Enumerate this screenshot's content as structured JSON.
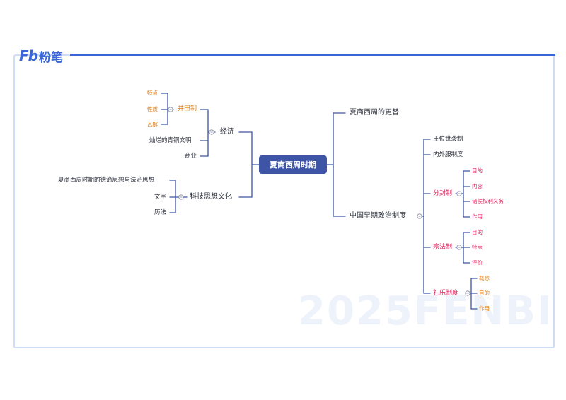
{
  "brand": {
    "mark": "Fb",
    "name": "粉笔"
  },
  "watermark": "2025FENBI",
  "root": "夏商西周时期",
  "left": {
    "economy": {
      "label": "经济",
      "jingtian": {
        "label": "井田制",
        "items": [
          "特点",
          "性质",
          "瓦解"
        ]
      },
      "bronze": "灿烂的青铜文明",
      "commerce": "商业"
    },
    "culture": {
      "label": "科技思想文化",
      "thought": "夏商西周时期的德治思想与法治思想",
      "writing": "文字",
      "calendar": "历法"
    }
  },
  "right": {
    "succession": "夏商西周的更替",
    "politics": {
      "label": "中国早期政治制度",
      "hereditary": "王位世袭制",
      "neiwaifu": "内外服制度",
      "fenfeng": {
        "label": "分封制",
        "items": [
          "目的",
          "内容",
          "诸侯权利义务",
          "作用"
        ]
      },
      "zongfa": {
        "label": "宗法制",
        "items": [
          "目的",
          "特点",
          "评价"
        ]
      },
      "liyue": {
        "label": "礼乐制度",
        "items": [
          "概念",
          "目的",
          "作用"
        ]
      }
    }
  },
  "colors": {
    "line": "#3d55a4",
    "root": "#3d55a4",
    "orange": "#e07a12",
    "red": "#e0245e",
    "brand": "#3a66d8"
  }
}
